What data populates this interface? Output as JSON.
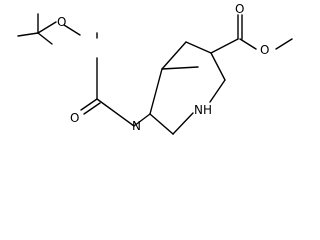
{
  "atoms": {
    "o_ester_carbonyl": "O",
    "o_ester_single": "O",
    "o_boc_single": "O",
    "o_boc_carbonyl": "O",
    "n_bridge": "N",
    "nh_ring": "NH"
  },
  "colors": {
    "bond": "#000000",
    "label": "#000000",
    "background": "#ffffff"
  }
}
